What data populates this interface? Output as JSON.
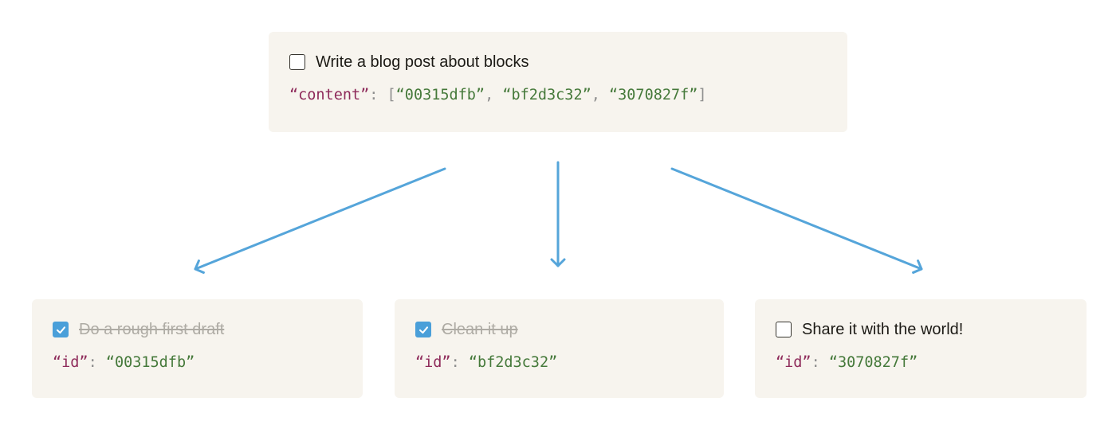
{
  "colors": {
    "card_background": "#f7f4ee",
    "arrow": "#55a5da",
    "checkbox_checked": "#4a9fd9",
    "checkbox_border": "#37352f",
    "code_key": "#8e2a5a",
    "code_value": "#45793a",
    "code_punctuation": "#8f8f8f",
    "text": "#1d1b16",
    "done_text": "#aeaba4"
  },
  "icons": {
    "checkbox_checked": "checkmark-icon",
    "checkbox_unchecked": "checkbox-outline-icon",
    "connector": "arrow-icon"
  },
  "parent": {
    "todo": {
      "label": "Write a blog post about blocks",
      "checked": false
    },
    "code": {
      "key": "“content”",
      "colon_open": ": [",
      "values": [
        "“00315dfb”",
        "“bf2d3c32”",
        "“3070827f”"
      ],
      "comma": ", ",
      "close": "]"
    }
  },
  "children": [
    {
      "todo": {
        "label": "Do a rough first draft",
        "checked": true
      },
      "code": {
        "key": "“id”",
        "colon": ": ",
        "value": "“00315dfb”"
      }
    },
    {
      "todo": {
        "label": "Clean it up",
        "checked": true
      },
      "code": {
        "key": "“id”",
        "colon": ": ",
        "value": "“bf2d3c32”"
      }
    },
    {
      "todo": {
        "label": "Share it with the world!",
        "checked": false
      },
      "code": {
        "key": "“id”",
        "colon": ": ",
        "value": "“3070827f”"
      }
    }
  ]
}
